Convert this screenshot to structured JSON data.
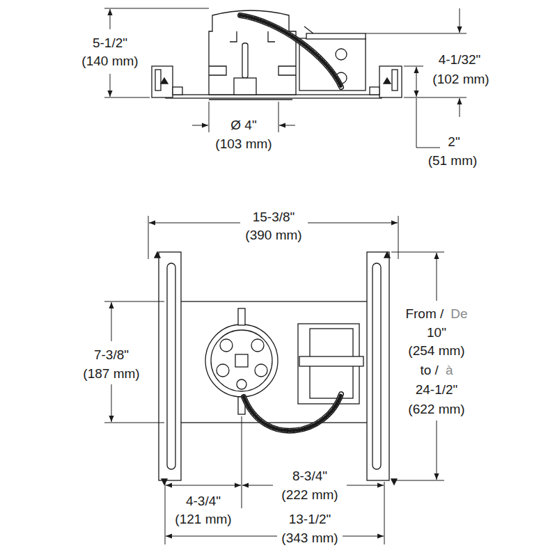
{
  "diagram": {
    "labels": [
      "5-1/2\"",
      "(140 mm)",
      "4-1/32\"",
      "(102 mm)",
      "Ø 4\"",
      "(103 mm)",
      "2\"",
      "(51 mm)",
      "15-3/8\"",
      "(390 mm)",
      "7-3/8\"",
      "(187 mm)",
      "From /",
      "De",
      "10\"",
      "(254 mm)",
      "to /",
      "à",
      "24-1/2\"",
      "(622 mm)",
      "8-3/4\"",
      "(222 mm)",
      "4-3/4\"",
      "(121 mm)",
      "13-1/2\"",
      "(343 mm)"
    ]
  }
}
